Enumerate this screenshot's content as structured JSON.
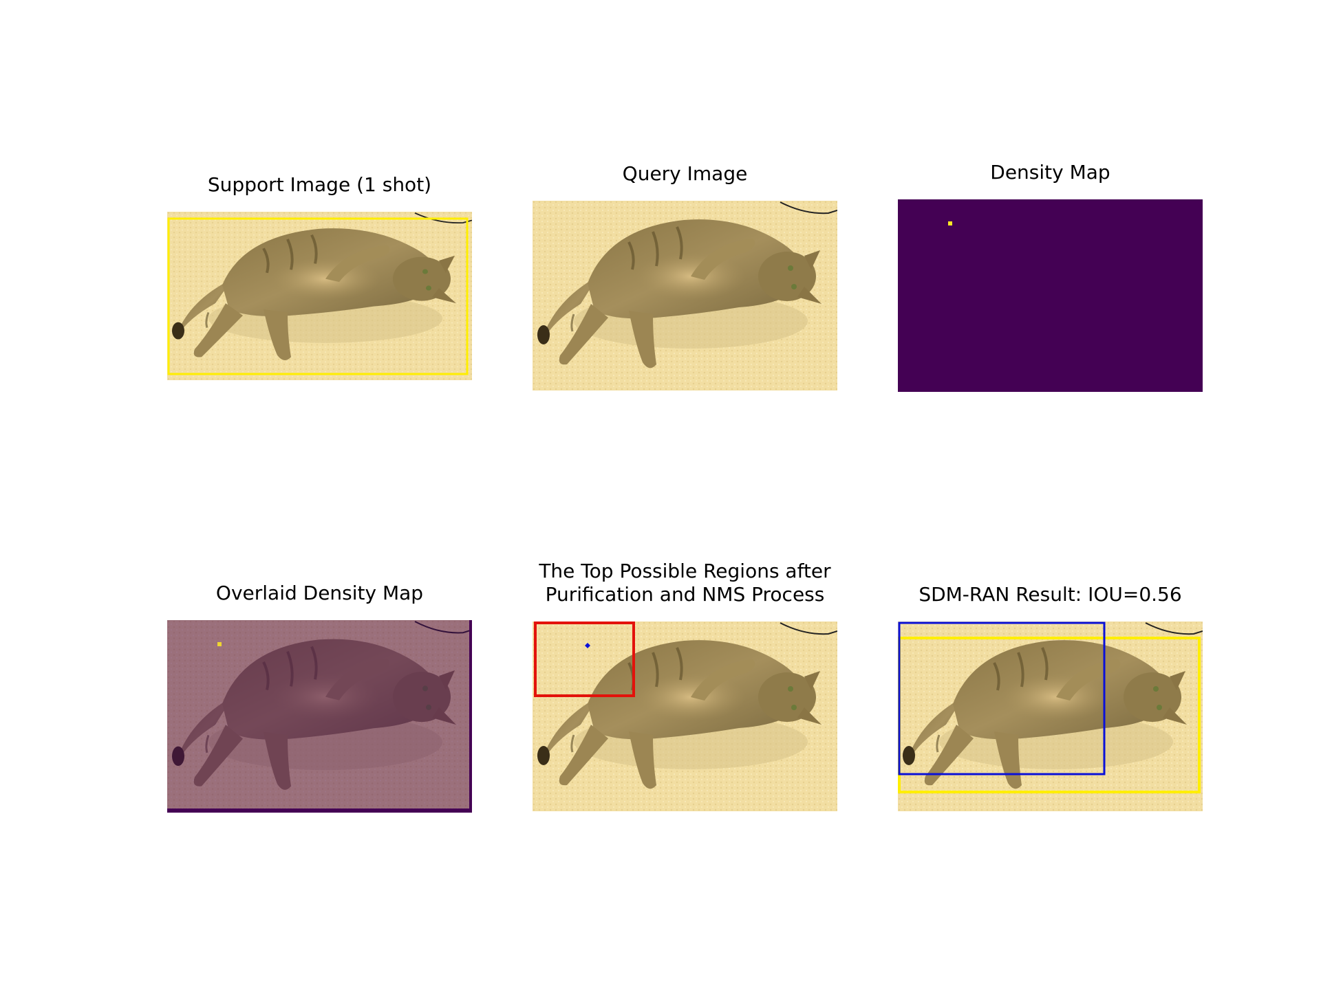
{
  "panels": {
    "support": {
      "title": "Support Image (1 shot)"
    },
    "query": {
      "title": "Query Image"
    },
    "density": {
      "title": "Density Map"
    },
    "overlaid": {
      "title": "Overlaid Density Map"
    },
    "regions": {
      "title": "The Top Possible Regions after\nPurification and NMS Process"
    },
    "result": {
      "title": "SDM-RAN Result: IOU=0.56"
    }
  },
  "colors": {
    "ground_truth_box": "#ffee00",
    "candidate_region_box": "#e3120b",
    "prediction_box": "#0a10d8",
    "density_background": "#440154",
    "density_peak": "#fde725",
    "carpet": "#f1dc9e",
    "cat_fur": "#9a8550"
  }
}
